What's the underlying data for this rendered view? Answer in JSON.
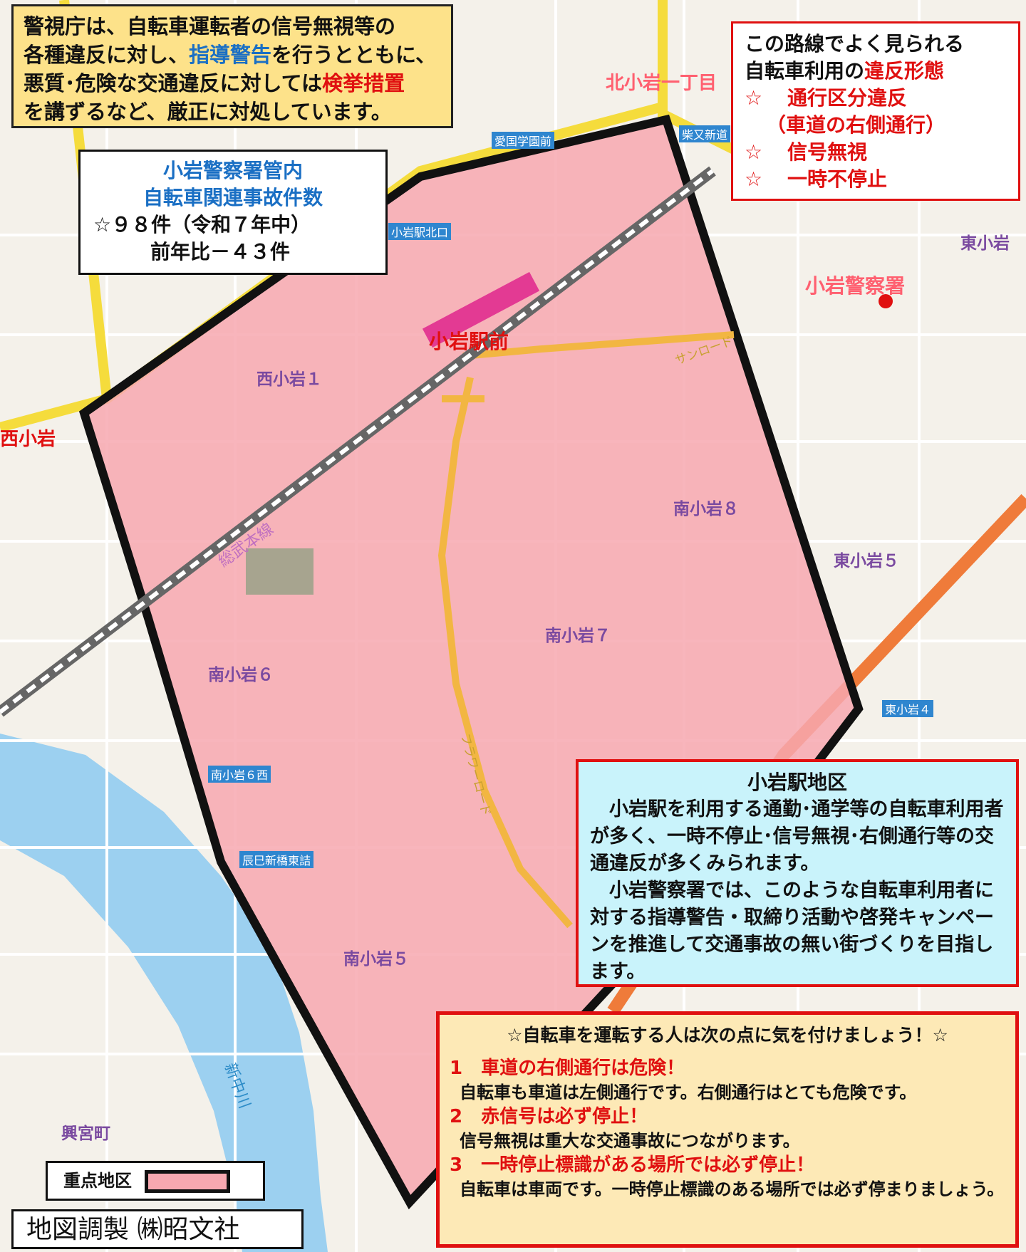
{
  "info_top_left": {
    "line1": "警視庁は、自転車運転者の信号無視等の",
    "line2_a": "各種違反に対し、",
    "line2_b": "指導警告",
    "line2_c": "を行うとともに、",
    "line3_a": "悪質･危険な交通違反に対しては",
    "line3_b": "検挙措置",
    "line4": "を講ずるなど、厳正に対処しています。"
  },
  "stats": {
    "title1": "小岩警察署管内",
    "title2": "自転車関連事故件数",
    "count": "☆９８件（令和７年中）",
    "compare": "前年比－４３件"
  },
  "violations": {
    "title1": "この路線でよく見られる",
    "title2_a": "自転車利用の",
    "title2_b": "違反形態",
    "star": "☆",
    "item1": "通行区分違反",
    "item1_sub": "（車道の右側通行）",
    "item2": "信号無視",
    "item3": "一時不停止"
  },
  "station_area": {
    "title": "小岩駅地区",
    "p1": "小岩駅を利用する通勤･通学等の自転車利用者が多く、一時不停止･信号無視･右側通行等の交通違反が多くみられます。",
    "p2": "小岩警察署では、このような自転車利用者に対する指導警告・取締り活動や啓発キャンペーンを推進して交通事故の無い街づくりを目指します。"
  },
  "tips": {
    "title": "☆自転車を運転する人は次の点に気を付けましょう！☆",
    "items": [
      {
        "heading": "1　車道の右側通行は危険！",
        "desc": "自転車も車道は左側通行です。右側通行はとても危険です。"
      },
      {
        "heading": "2　赤信号は必ず停止！",
        "desc": "信号無視は重大な交通事故につながります。"
      },
      {
        "heading": "3　一時停止標識がある場所では必ず停止！",
        "desc": "自転車は車両です。一時停止標識のある場所では必ず停まりましょう。"
      }
    ]
  },
  "legend": {
    "label": "重点地区",
    "swatch_color": "#f7a8b0"
  },
  "credit": {
    "text": "地図調製 ㈱昭文社"
  },
  "map_labels": {
    "station": "小岩駅前",
    "police": "小岩警察署",
    "nishikoiwa1": "西小岩１",
    "minamikoiwa5": "南小岩５",
    "minamikoiwa6": "南小岩６",
    "minamikoiwa7": "南小岩７",
    "minamikoiwa8": "南小岩８",
    "higashikoiwa": "東小岩",
    "higashikoiwa5": "東小岩５",
    "kitakoiwa": "北小岩一丁目",
    "nishikoiwa": "西小岩",
    "okinomiya": "興宮町",
    "sobu": "総武本線",
    "shinnakagawa": "新中川",
    "flower_road": "フラワーロード",
    "sunroad": "サンロード",
    "koiwa_station_north": "小岩駅北口",
    "minamikoiwa6nishi": "南小岩６西",
    "tatsumi": "辰巳新橋東詰",
    "higashikoiwa4": "東小岩４",
    "shibamata": "柴又新道",
    "aikoku": "愛国学園前"
  }
}
